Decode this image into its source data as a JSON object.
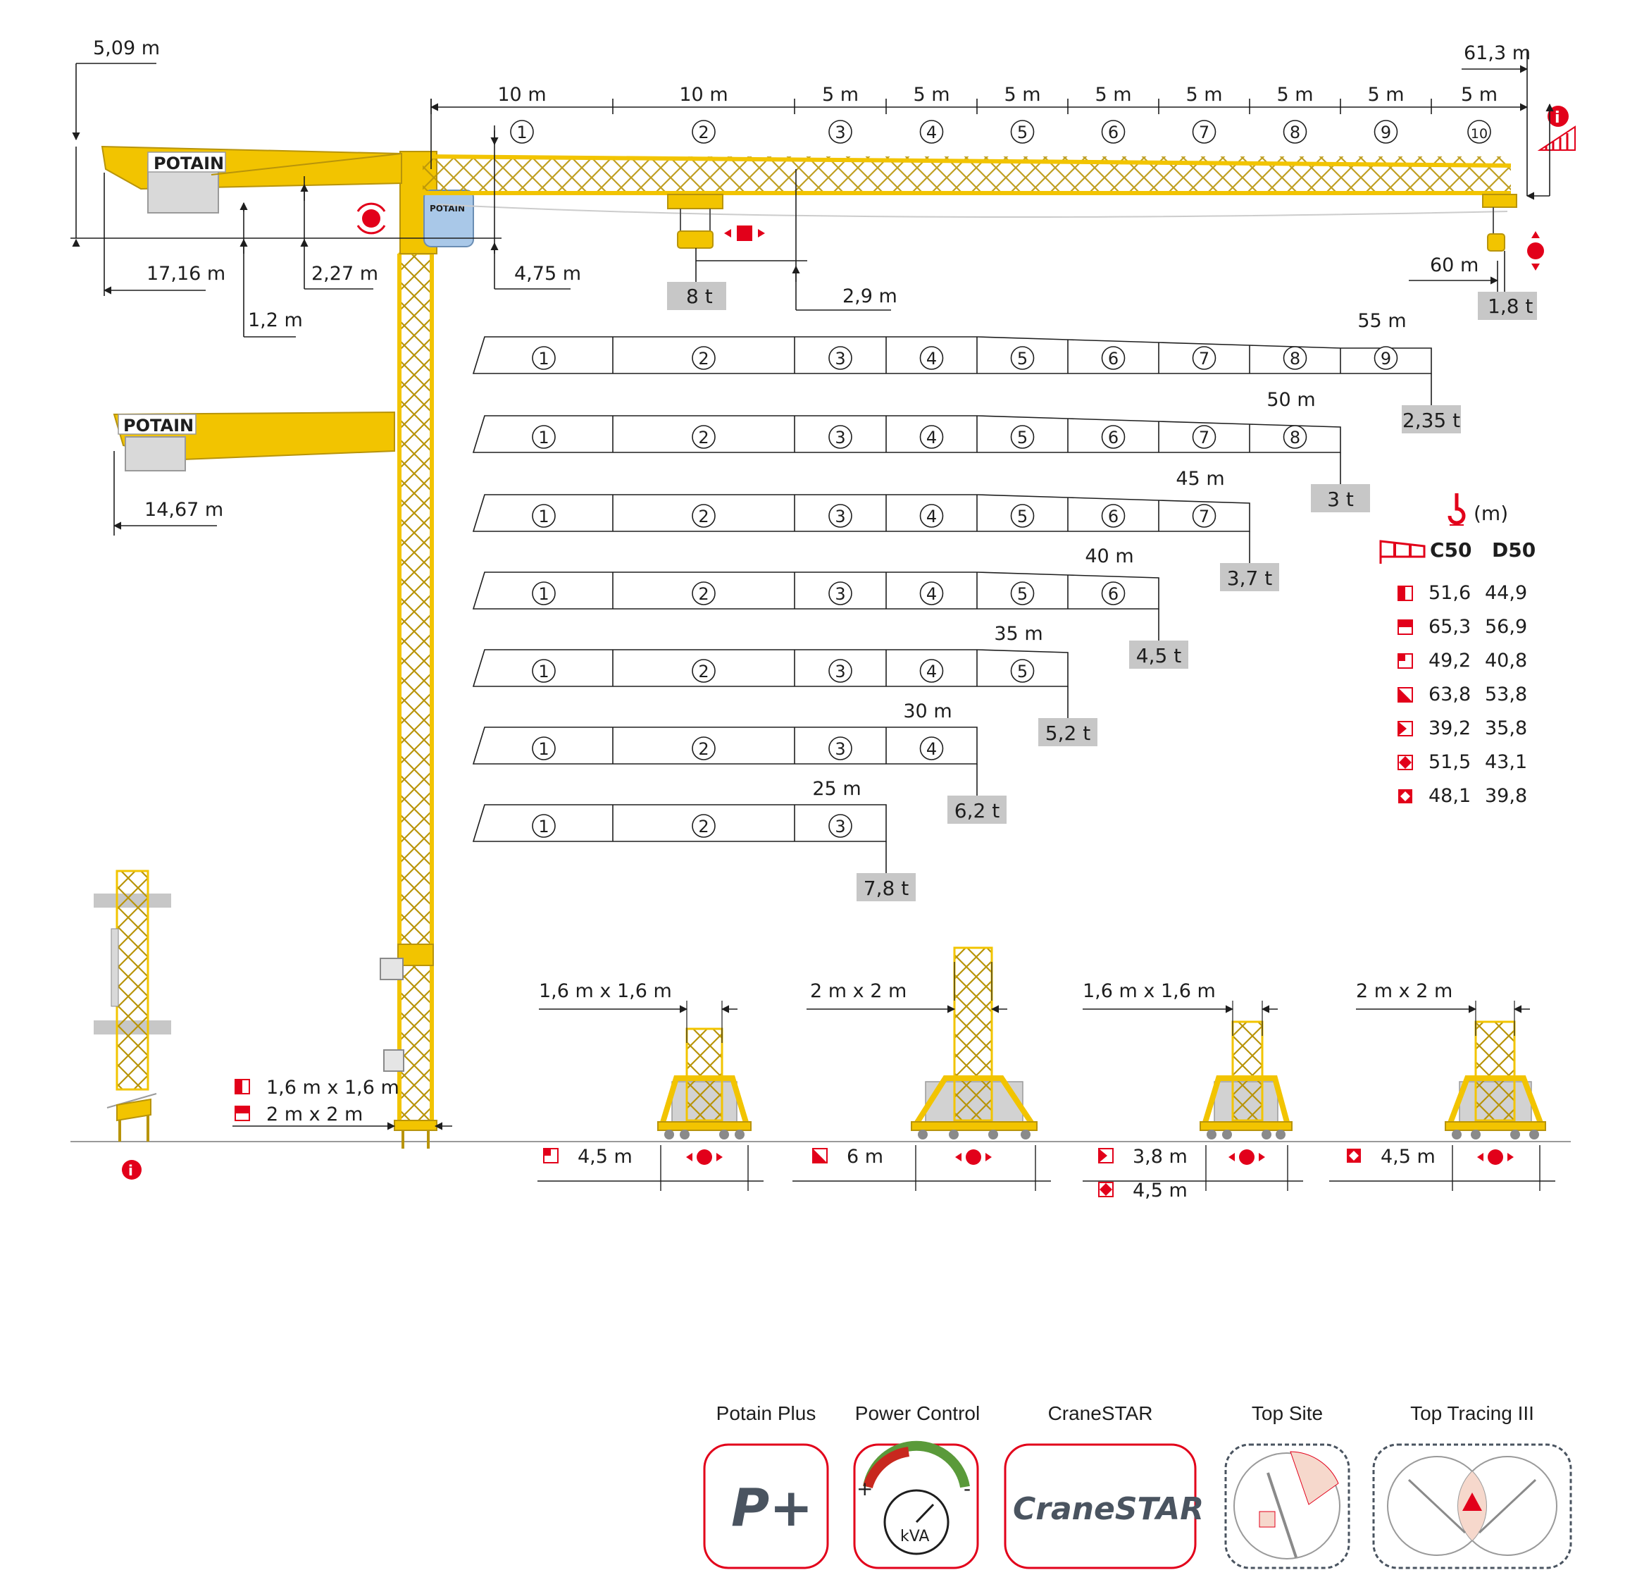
{
  "colors": {
    "yellow": "#f2c400",
    "yellow_dark": "#b8940a",
    "red": "#e2001a",
    "box_gray": "#c7c7c7",
    "ballast_gray": "#d2d2d2",
    "line": "#1e1e1e"
  },
  "icons": [
    "rotation-icon",
    "trolley-move-icon",
    "hoist-icon",
    "info-icon",
    "wind-sock-icon",
    "hook-height-icon"
  ],
  "crane": {
    "brand": "POTAIN",
    "counterjib_height_dim": "5,09 m",
    "counterjib_long_dim": "17,16 m",
    "counterjib_short_dim": "14,67 m",
    "dim_1_2": "1,2 m",
    "dim_2_27": "2,27 m",
    "dim_4_75": "4,75 m",
    "dim_2_9": "2,9 m",
    "max_reach": "61,3 m",
    "tip_reach": "60 m",
    "max_load": "8 t",
    "tip_load": "1,8 t"
  },
  "jib": {
    "sections": [
      {
        "len": "10 m",
        "num": "1"
      },
      {
        "len": "10 m",
        "num": "2"
      },
      {
        "len": "5 m",
        "num": "3"
      },
      {
        "len": "5 m",
        "num": "4"
      },
      {
        "len": "5 m",
        "num": "5"
      },
      {
        "len": "5 m",
        "num": "6"
      },
      {
        "len": "5 m",
        "num": "7"
      },
      {
        "len": "5 m",
        "num": "8"
      },
      {
        "len": "5 m",
        "num": "9"
      },
      {
        "len": "5 m",
        "num": "10"
      }
    ]
  },
  "configs": [
    {
      "reach": "55 m",
      "load": "2,35 t",
      "nums": [
        "1",
        "2",
        "3",
        "4",
        "5",
        "6",
        "7",
        "8",
        "9"
      ]
    },
    {
      "reach": "50 m",
      "load": "3 t",
      "nums": [
        "1",
        "2",
        "3",
        "4",
        "5",
        "6",
        "7",
        "8"
      ]
    },
    {
      "reach": "45 m",
      "load": "3,7 t",
      "nums": [
        "1",
        "2",
        "3",
        "4",
        "5",
        "6",
        "7"
      ]
    },
    {
      "reach": "40 m",
      "load": "4,5 t",
      "nums": [
        "1",
        "2",
        "3",
        "4",
        "5",
        "6"
      ]
    },
    {
      "reach": "35 m",
      "load": "5,2 t",
      "nums": [
        "1",
        "2",
        "3",
        "4",
        "5"
      ]
    },
    {
      "reach": "30 m",
      "load": "6,2 t",
      "nums": [
        "1",
        "2",
        "3",
        "4"
      ]
    },
    {
      "reach": "25 m",
      "load": "7,8 t",
      "nums": [
        "1",
        "2",
        "3"
      ]
    }
  ],
  "height_table": {
    "unit": "(m)",
    "col1": "C50",
    "col2": "D50",
    "rows": [
      {
        "c": "51,6",
        "d": "44,9"
      },
      {
        "c": "65,3",
        "d": "56,9"
      },
      {
        "c": "49,2",
        "d": "40,8"
      },
      {
        "c": "63,8",
        "d": "53,8"
      },
      {
        "c": "39,2",
        "d": "35,8"
      },
      {
        "c": "51,5",
        "d": "43,1"
      },
      {
        "c": "48,1",
        "d": "39,8"
      }
    ]
  },
  "mast_legend": [
    "1,6 m x 1,6 m",
    "2 m x 2 m"
  ],
  "bases": [
    {
      "size": "1,6 m x 1,6 m",
      "width": "4,5 m"
    },
    {
      "size": "2 m x 2 m",
      "width": "6 m"
    },
    {
      "size": "1,6 m x 1,6 m",
      "width": "3,8 m",
      "width2": "4,5 m"
    },
    {
      "size": "2 m x 2 m",
      "width": "4,5 m"
    }
  ],
  "features": [
    {
      "label": "Potain Plus",
      "logo": "P+"
    },
    {
      "label": "Power Control",
      "logo": "kVA",
      "plus": "+",
      "minus": "-"
    },
    {
      "label": "CraneSTAR",
      "logo": "CraneSTAR"
    },
    {
      "label": "Top Site"
    },
    {
      "label": "Top Tracing III"
    }
  ]
}
